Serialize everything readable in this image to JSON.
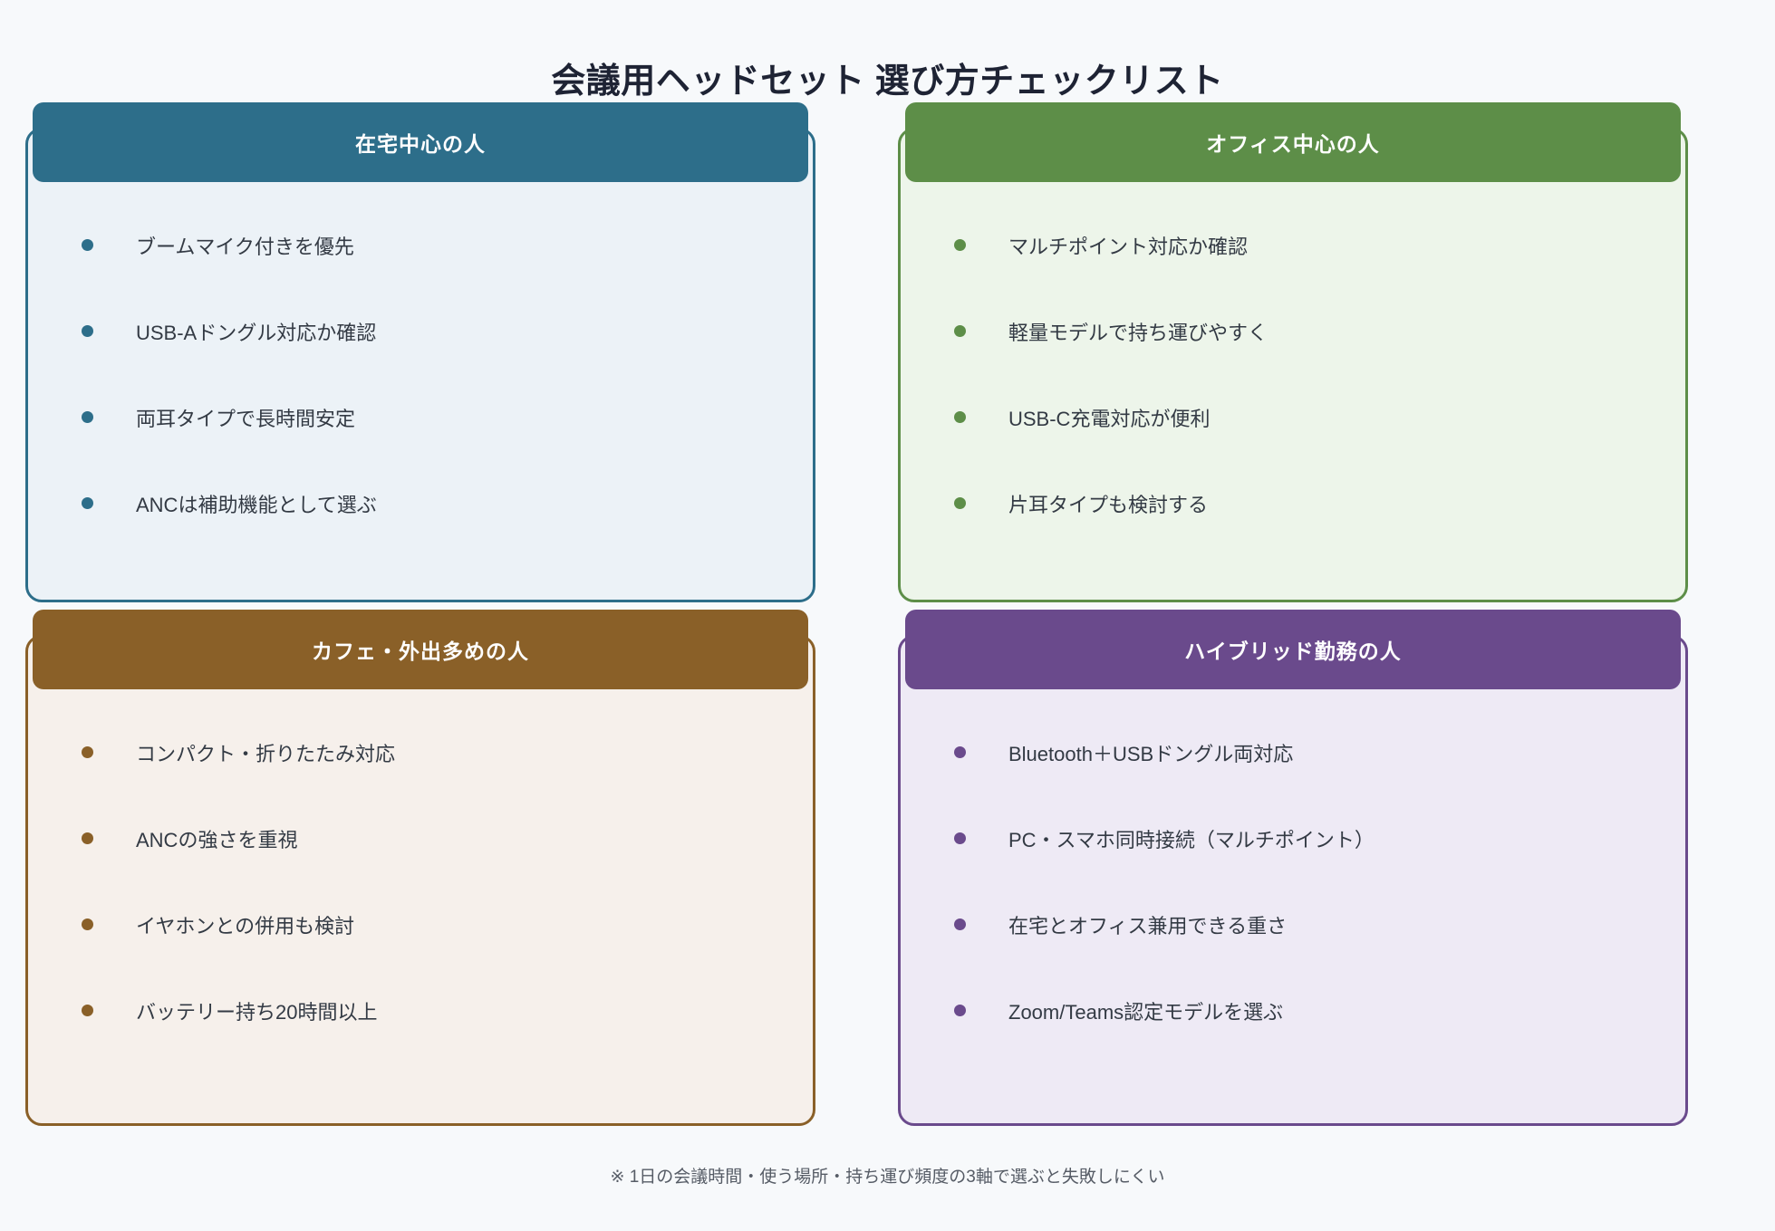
{
  "page": {
    "title": "会議用ヘッドセット 選び方チェックリスト",
    "background": "#F7F9FB",
    "title_color": "#1E2334",
    "footer_note": "※ 1日の会議時間・使う場所・持ち運び頻度の3軸で選ぶと失敗しにくい",
    "footer_color": "#565C66"
  },
  "cards": [
    {
      "id": "home-centric",
      "header": "在宅中心の人",
      "accent": "#2D6E8A",
      "body_bg": "#ECF2F7",
      "border": "#2D6E8A",
      "bullet": "#2D6E8A",
      "items": [
        "ブームマイク付きを優先",
        "USB-Aドングル対応か確認",
        "両耳タイプで長時間安定",
        "ANCは補助機能として選ぶ"
      ]
    },
    {
      "id": "office-centric",
      "header": "オフィス中心の人",
      "accent": "#5D8E48",
      "body_bg": "#EDF5EA",
      "border": "#5D8E48",
      "bullet": "#5D8E48",
      "items": [
        "マルチポイント対応か確認",
        "軽量モデルで持ち運びやすく",
        "USB-C充電対応が便利",
        "片耳タイプも検討する"
      ]
    },
    {
      "id": "cafe-mobile",
      "header": "カフェ・外出多めの人",
      "accent": "#8A6028",
      "body_bg": "#F6F0EB",
      "border": "#8A6028",
      "bullet": "#8A6028",
      "items": [
        "コンパクト・折りたたみ対応",
        "ANCの強さを重視",
        "イヤホンとの併用も検討",
        "バッテリー持ち20時間以上"
      ]
    },
    {
      "id": "hybrid-work",
      "header": "ハイブリッド勤務の人",
      "accent": "#6A4A8C",
      "body_bg": "#EEEAF5",
      "border": "#6A4A8C",
      "bullet": "#6A4A8C",
      "items": [
        "Bluetooth＋USBドングル両対応",
        "PC・スマホ同時接続（マルチポイント）",
        "在宅とオフィス兼用できる重さ",
        "Zoom/Teams認定モデルを選ぶ"
      ]
    }
  ]
}
